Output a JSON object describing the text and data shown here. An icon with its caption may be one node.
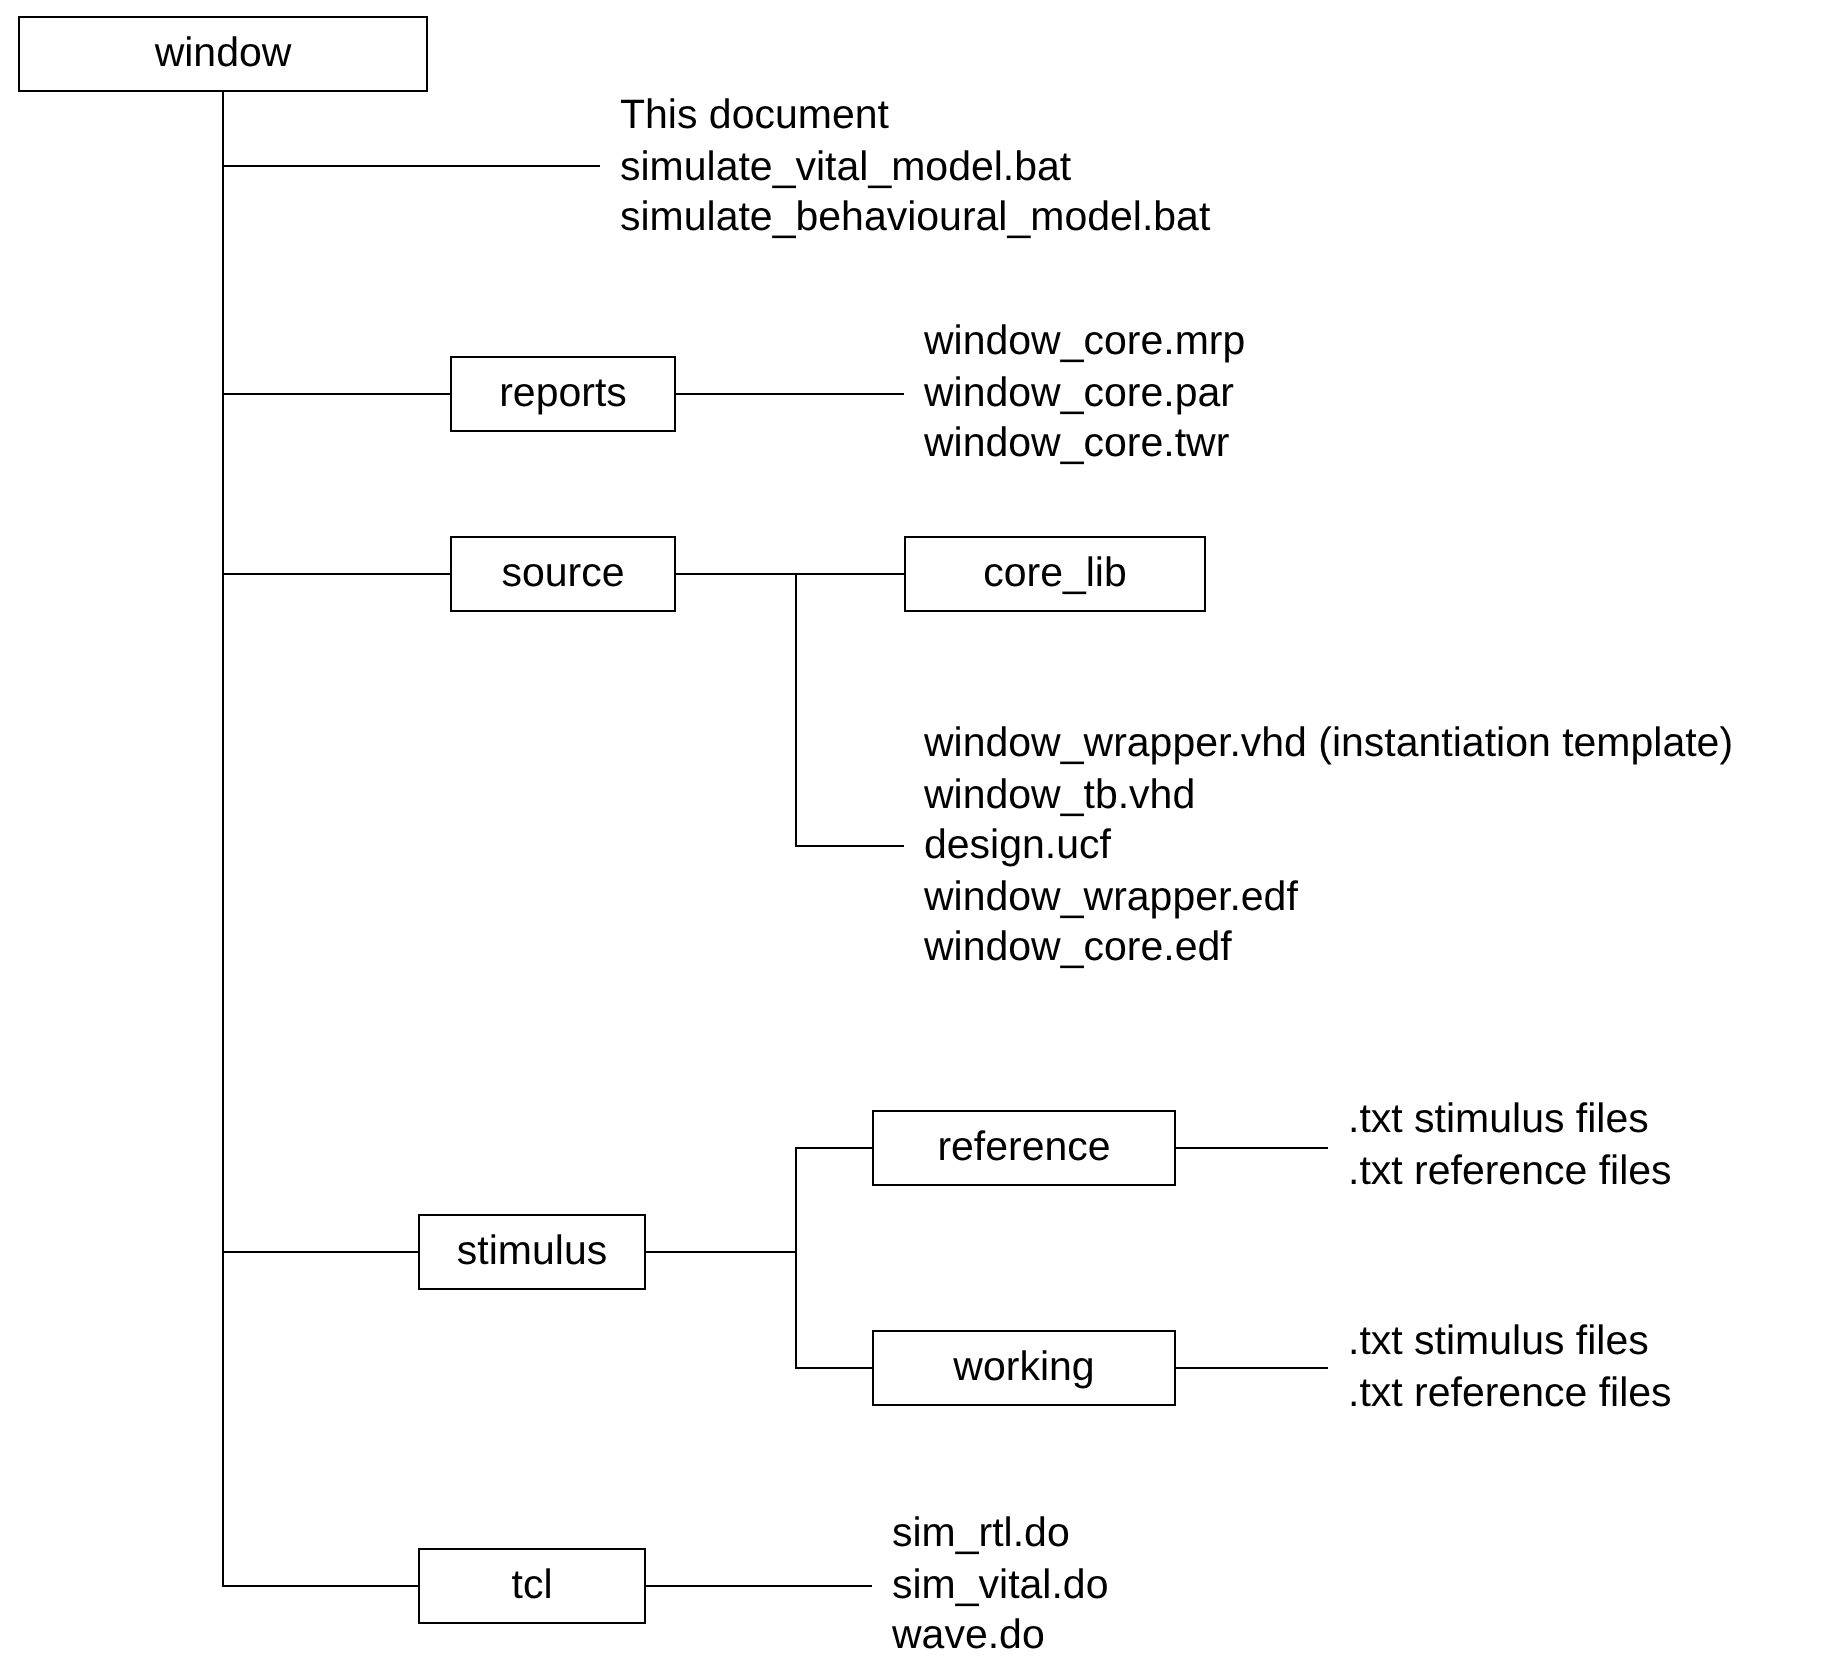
{
  "diagram": {
    "nodes": [
      {
        "text": [
          "window"
        ]
      },
      {
        "text": [
          "This document",
          "simulate_vital_model.bat",
          "simulate_behavioural_model.bat"
        ]
      },
      {
        "text": [
          "reports"
        ]
      },
      {
        "text": [
          "window_core.mrp",
          "window_core.par",
          "window_core.twr"
        ]
      },
      {
        "text": [
          "source"
        ]
      },
      {
        "text": [
          "core_lib"
        ]
      },
      {
        "text": [
          "window_wrapper.vhd (instantiation template)",
          "window_tb.vhd",
          "design.ucf",
          "window_wrapper.edf",
          "window_core.edf"
        ]
      },
      {
        "text": [
          "stimulus"
        ]
      },
      {
        "text": [
          "reference"
        ]
      },
      {
        "text": [
          ".txt stimulus files",
          ".txt reference files"
        ]
      },
      {
        "text": [
          "working"
        ]
      },
      {
        "text": [
          ".txt stimulus files",
          ".txt reference files"
        ]
      },
      {
        "text": [
          "tcl"
        ]
      },
      {
        "text": [
          "sim_rtl.do",
          "sim_vital.do",
          "wave.do"
        ]
      }
    ],
    "edges": [
      {
        "from": 0,
        "to": 1,
        "arrow": "none"
      },
      {
        "from": 0,
        "to": 2,
        "arrow": "none"
      },
      {
        "from": 0,
        "to": 4,
        "arrow": "none"
      },
      {
        "from": 0,
        "to": 7,
        "arrow": "none"
      },
      {
        "from": 0,
        "to": 12,
        "arrow": "none"
      },
      {
        "from": 2,
        "to": 3,
        "arrow": "none"
      },
      {
        "from": 4,
        "to": 5,
        "arrow": "none"
      },
      {
        "from": 4,
        "to": 6,
        "arrow": "none"
      },
      {
        "from": 7,
        "to": 8,
        "arrow": "none"
      },
      {
        "from": 7,
        "to": 10,
        "arrow": "none"
      },
      {
        "from": 8,
        "to": 9,
        "arrow": "none"
      },
      {
        "from": 10,
        "to": 11,
        "arrow": "none"
      },
      {
        "from": 12,
        "to": 13,
        "arrow": "none"
      }
    ]
  }
}
